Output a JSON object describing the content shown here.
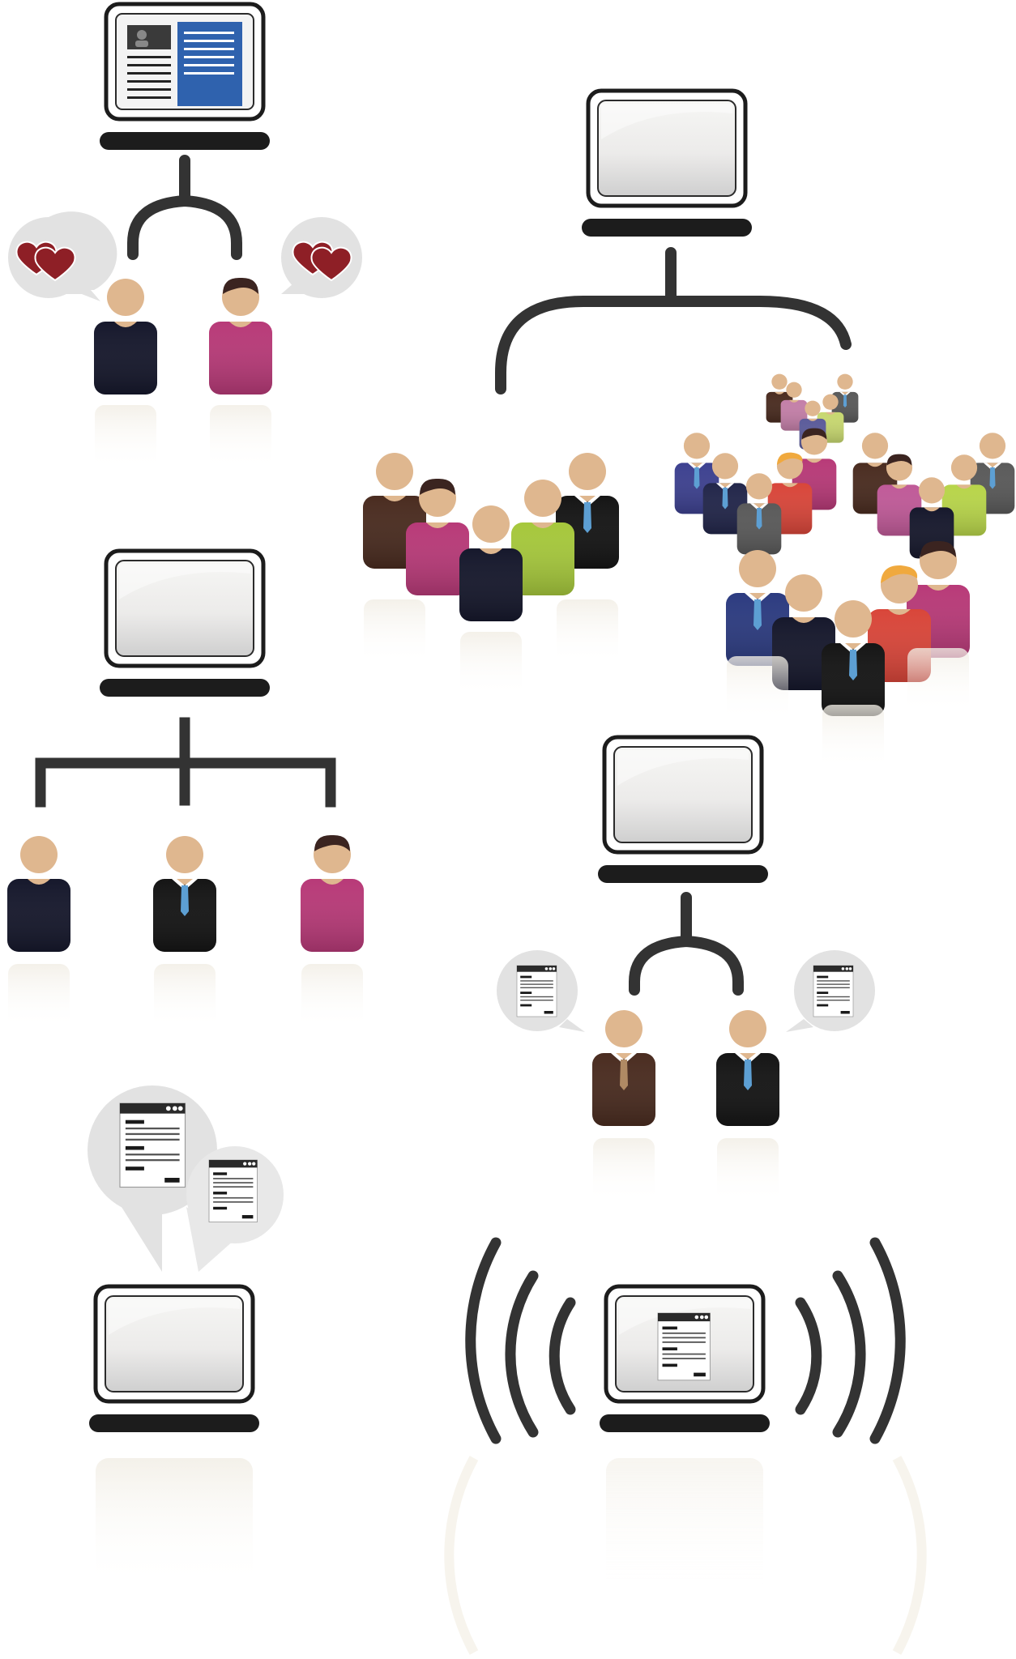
{
  "illustration": {
    "kind": "icon-set",
    "groups": [
      {
        "id": "news-to-two-people",
        "laptop_screen": "news-page",
        "link": "fork-2",
        "people": [
          "man-navy",
          "woman-pink"
        ],
        "bubbles": [
          "hearts-icon",
          "hearts-icon"
        ]
      },
      {
        "id": "laptop-to-crowds",
        "laptop_screen": "blank",
        "link": "fork-2-wide",
        "crowds": [
          "small-crowd",
          "large-crowd"
        ]
      },
      {
        "id": "laptop-to-three-people",
        "laptop_screen": "blank",
        "link": "fork-3",
        "people": [
          "man-navy",
          "man-black-tie",
          "woman-pink"
        ]
      },
      {
        "id": "laptop-to-two-businessmen",
        "laptop_screen": "blank",
        "link": "fork-2",
        "people": [
          "man-brown-tie",
          "man-black-tie"
        ],
        "bubbles": [
          "document-icon",
          "document-icon"
        ]
      },
      {
        "id": "laptop-with-messages",
        "laptop_screen": "blank",
        "bubbles": [
          "document-icon",
          "document-icon"
        ]
      },
      {
        "id": "laptop-broadcast",
        "laptop_screen": "document",
        "signal": "wireless-waves-icon"
      }
    ]
  },
  "palette": {
    "outline": "#1c1c1c",
    "connector": "#333333",
    "skin": "#dfb78f",
    "navy": "#16182c",
    "pink": "#b83a78",
    "black": "#151515",
    "brown": "#4a2c20",
    "lime": "#a6c83c",
    "red": "#d9463a",
    "blue": "#2c3b80",
    "grey": "#5a5a5a",
    "hair": "#3b2420",
    "tie": "#5d9fd3",
    "bubble": "#e2e2e2",
    "heart": "#8e1f26",
    "news_blue": "#2f62ae"
  }
}
